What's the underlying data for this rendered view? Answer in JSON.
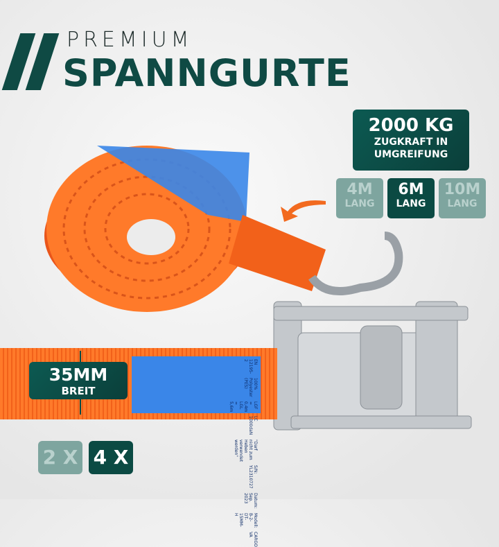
{
  "header": {
    "pre_title": "PREMIUM",
    "title": "SPANNGURTE"
  },
  "strength": {
    "value": "2000 KG",
    "line1": "ZUGKRAFT IN",
    "line2": "UMGREIFUNG"
  },
  "lengths": [
    {
      "value": "4M",
      "unit": "LANG",
      "selected": false
    },
    {
      "value": "6M",
      "unit": "LANG",
      "selected": true
    },
    {
      "value": "10M",
      "unit": "LANG",
      "selected": false
    }
  ],
  "width": {
    "value": "35MM",
    "unit": "BREIT"
  },
  "label": {
    "standard": "EN 12195-2",
    "lc": "LC 1000daN",
    "material": "100% Polyester (PES)",
    "lengths": "LGF = 0,4m  LGL = 5,6m",
    "warning": "\"Darf nicht zum Heben verwendet werden\"",
    "serial": "S/N: YL2310727",
    "date": "Datum: Sep. 2023",
    "model": "Modell: B-2-DT-15MM-H",
    "brand": "CARGO VA"
  },
  "quantities": [
    {
      "label": "2 X",
      "selected": false
    },
    {
      "label": "4 X",
      "selected": true
    }
  ],
  "colors": {
    "brand": "#0f4a44",
    "strap": "#f26a1f",
    "label": "#3a86e8"
  }
}
